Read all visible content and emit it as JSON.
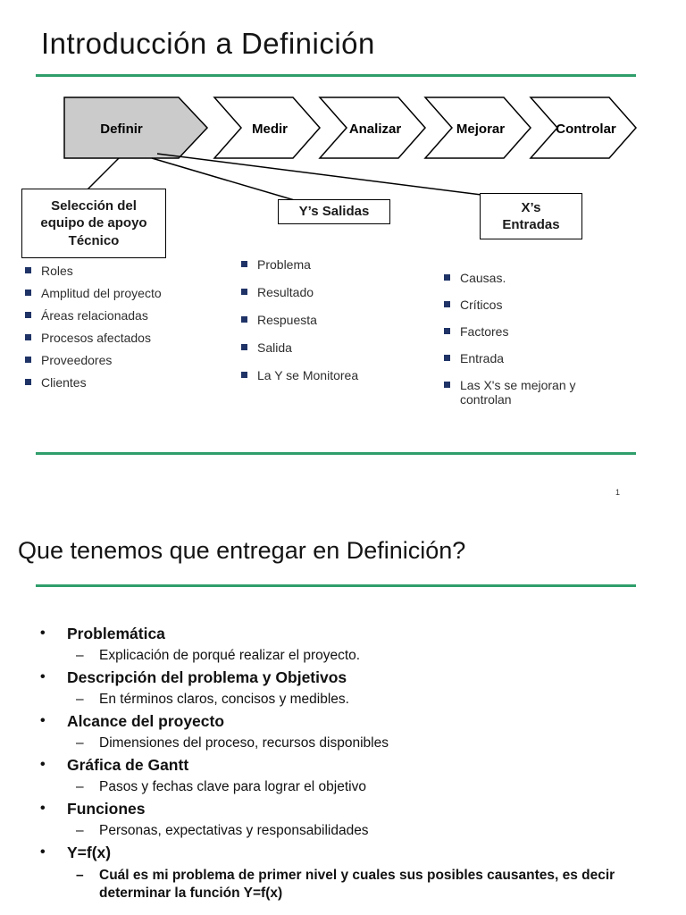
{
  "colors": {
    "accent_green": "#2f9e6b",
    "bullet_navy": "#1f3366",
    "chevron_active_fill": "#cbcbcb"
  },
  "markers": {
    "bullet_char": "•",
    "dash_char": "–"
  },
  "slide1": {
    "title": "Introducción a Definición",
    "page_number": "1",
    "chevrons": [
      {
        "label": "Definir"
      },
      {
        "label": "Medir"
      },
      {
        "label": "Analizar"
      },
      {
        "label": "Mejorar"
      },
      {
        "label": "Controlar"
      }
    ],
    "boxes": {
      "seleccion": "Selección del equipo de apoyo Técnico",
      "ys": "Y’s Salidas",
      "xs": "X’s\nEntradas"
    },
    "lists": {
      "seleccion": {
        "items": [
          "Roles",
          "Amplitud del proyecto",
          "Áreas relacionadas",
          "Procesos afectados",
          "Proveedores",
          "Clientes"
        ]
      },
      "ys": {
        "items": [
          "Problema",
          "Resultado",
          "Respuesta",
          "Salida",
          "La Y se Monitorea"
        ]
      },
      "xs": {
        "items": [
          "Causas.",
          "Críticos",
          "Factores",
          "Entrada",
          "Las X's se mejoran y controlan"
        ]
      }
    }
  },
  "slide2": {
    "title": "Que tenemos que entregar en Definición?",
    "items": [
      {
        "heading": "Problemática",
        "sub": "Explicación de porqué realizar el proyecto."
      },
      {
        "heading": "Descripción  del problema y Objetivos",
        "sub": "En términos claros, concisos y medibles."
      },
      {
        "heading": "Alcance del proyecto",
        "sub": "Dimensiones del proceso, recursos disponibles"
      },
      {
        "heading": "Gráfica de Gantt",
        "sub": "Pasos y fechas clave para lograr el objetivo"
      },
      {
        "heading": "Funciones",
        "sub": "Personas, expectativas y responsabilidades"
      },
      {
        "heading": "Y=f(x)",
        "sub": "Cuál es mi problema de primer nivel y cuales sus posibles causantes, es decir determinar la función Y=f(x)"
      }
    ]
  }
}
